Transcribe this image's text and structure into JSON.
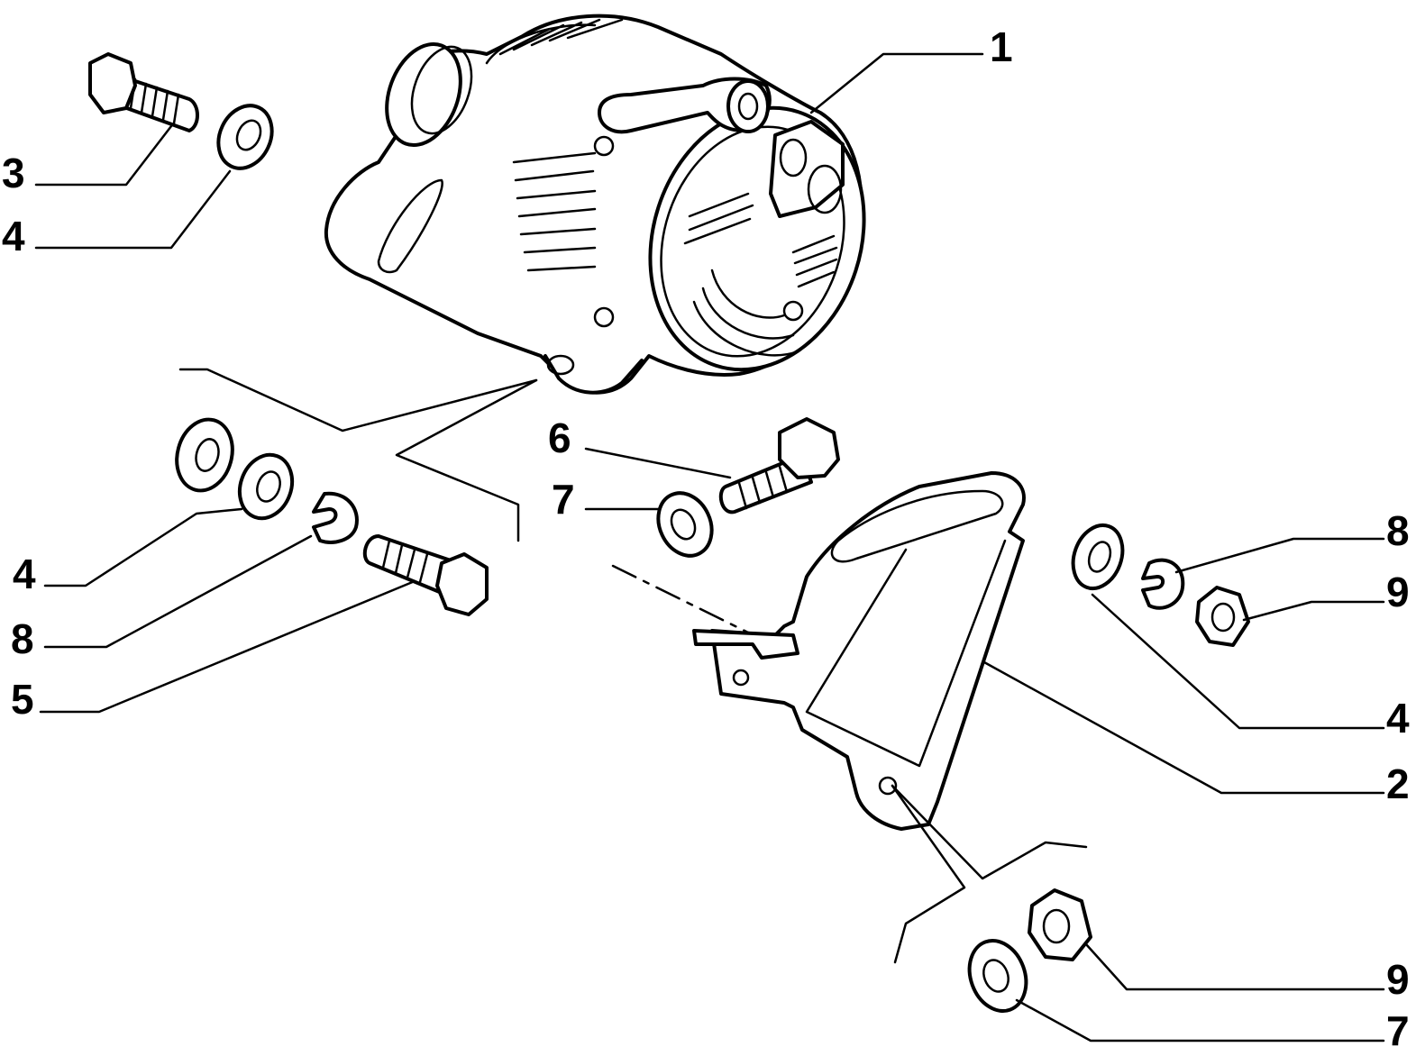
{
  "callouts": {
    "c1": "1",
    "c2": "2",
    "c3": "3",
    "c4a": "4",
    "c4b": "4",
    "c4c": "4",
    "c5": "5",
    "c6": "6",
    "c7a": "7",
    "c7b": "7",
    "c8a": "8",
    "c8b": "8",
    "c9a": "9",
    "c9b": "9"
  }
}
